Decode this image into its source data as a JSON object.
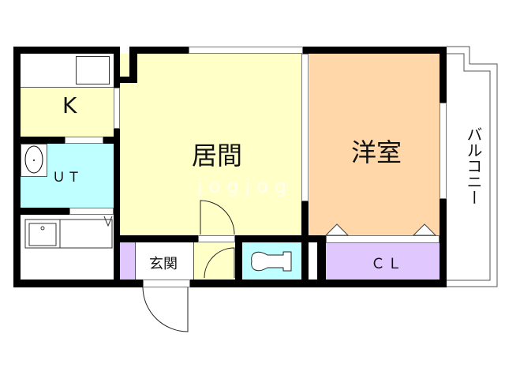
{
  "floorplan": {
    "rooms": {
      "kitchen": {
        "label": "K",
        "color": "#FFFFC8"
      },
      "unit_bath_toilet": {
        "label": "ＵＴ",
        "color": "#C0FFFF"
      },
      "living": {
        "label": "居間",
        "color": "#FFFFC8"
      },
      "western_room": {
        "label": "洋室",
        "color": "#FFD7A8"
      },
      "closet": {
        "label": "ＣＬ",
        "color": "#E0C8FF"
      },
      "entrance": {
        "label": "玄関",
        "color": "#FFFFFF"
      },
      "balcony": {
        "label": "バルコニー",
        "color": "#FFFFFF"
      },
      "toilet": {
        "color": "#C0FFFF"
      },
      "storage_left": {
        "color": "#E0C8FF"
      }
    },
    "watermark": "jogjog",
    "wall_color": "#000000"
  }
}
